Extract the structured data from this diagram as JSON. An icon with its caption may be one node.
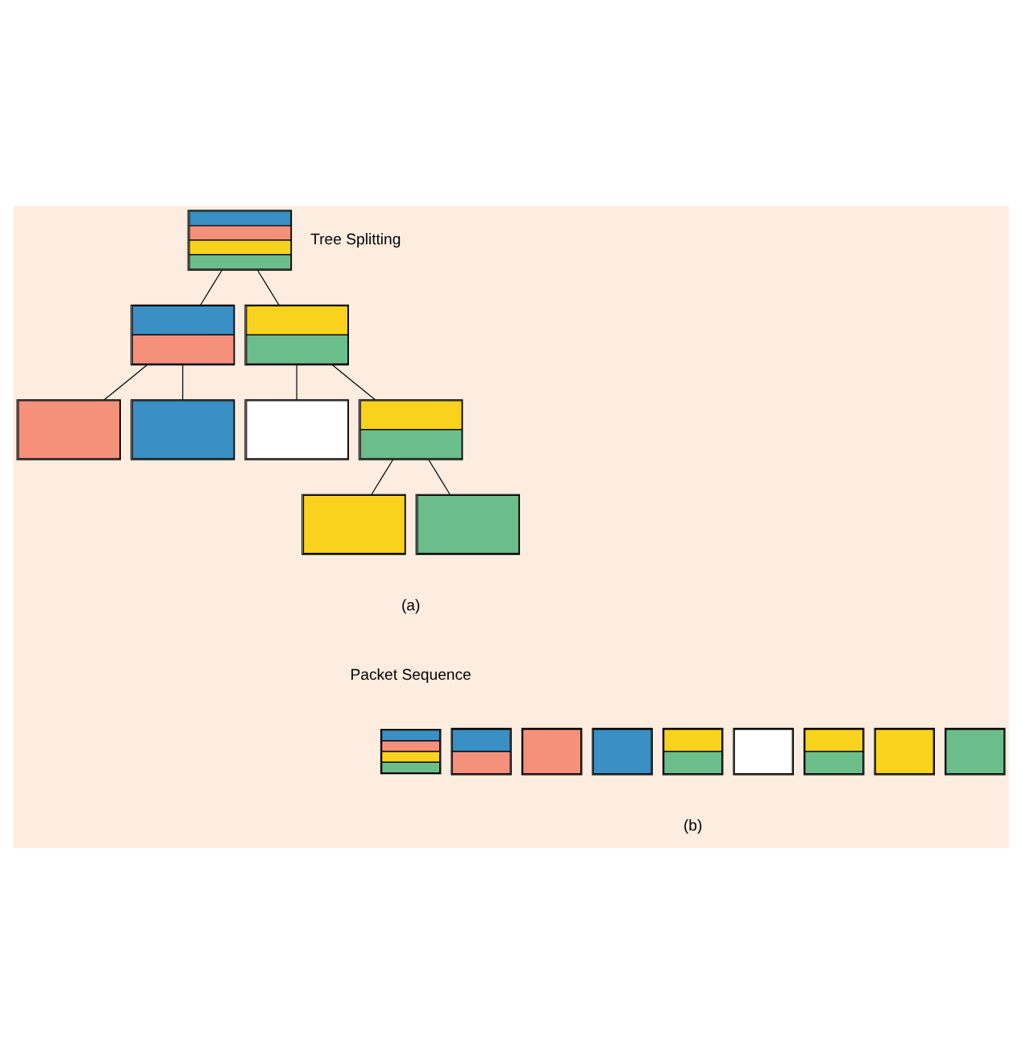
{
  "diagram": {
    "nodes": [
      {
        "text": [],
        "shape": "box"
      },
      {
        "text": [],
        "shape": "box"
      },
      {
        "text": [],
        "shape": "box"
      },
      {
        "text": [],
        "shape": "box"
      },
      {
        "text": [],
        "shape": "box"
      },
      {
        "text": [],
        "shape": "box"
      },
      {
        "text": [],
        "shape": "box"
      },
      {
        "text": [],
        "shape": "box"
      },
      {
        "text": [],
        "shape": "box"
      },
      {
        "text": [],
        "shape": "box"
      },
      {
        "text": [],
        "shape": "box"
      },
      {
        "text": [],
        "shape": "box"
      },
      {
        "text": [],
        "shape": "box"
      },
      {
        "text": [],
        "shape": "box"
      },
      {
        "text": [],
        "shape": "box"
      },
      {
        "text": [],
        "shape": "box"
      },
      {
        "text": [],
        "shape": "box"
      },
      {
        "text": [],
        "shape": "box"
      }
    ],
    "edges": [
      {
        "from": 0,
        "to": 1,
        "arrow": "none"
      },
      {
        "from": 0,
        "to": 2,
        "arrow": "none"
      },
      {
        "from": 1,
        "to": 3,
        "arrow": "none"
      },
      {
        "from": 1,
        "to": 4,
        "arrow": "none"
      },
      {
        "from": 2,
        "to": 5,
        "arrow": "none"
      },
      {
        "from": 2,
        "to": 6,
        "arrow": "none"
      },
      {
        "from": 6,
        "to": 7,
        "arrow": "none"
      },
      {
        "from": 6,
        "to": 8,
        "arrow": "none"
      }
    ],
    "labels": [
      "Tree Splitting",
      "(a)",
      "Packet Sequence",
      "(b)"
    ]
  }
}
